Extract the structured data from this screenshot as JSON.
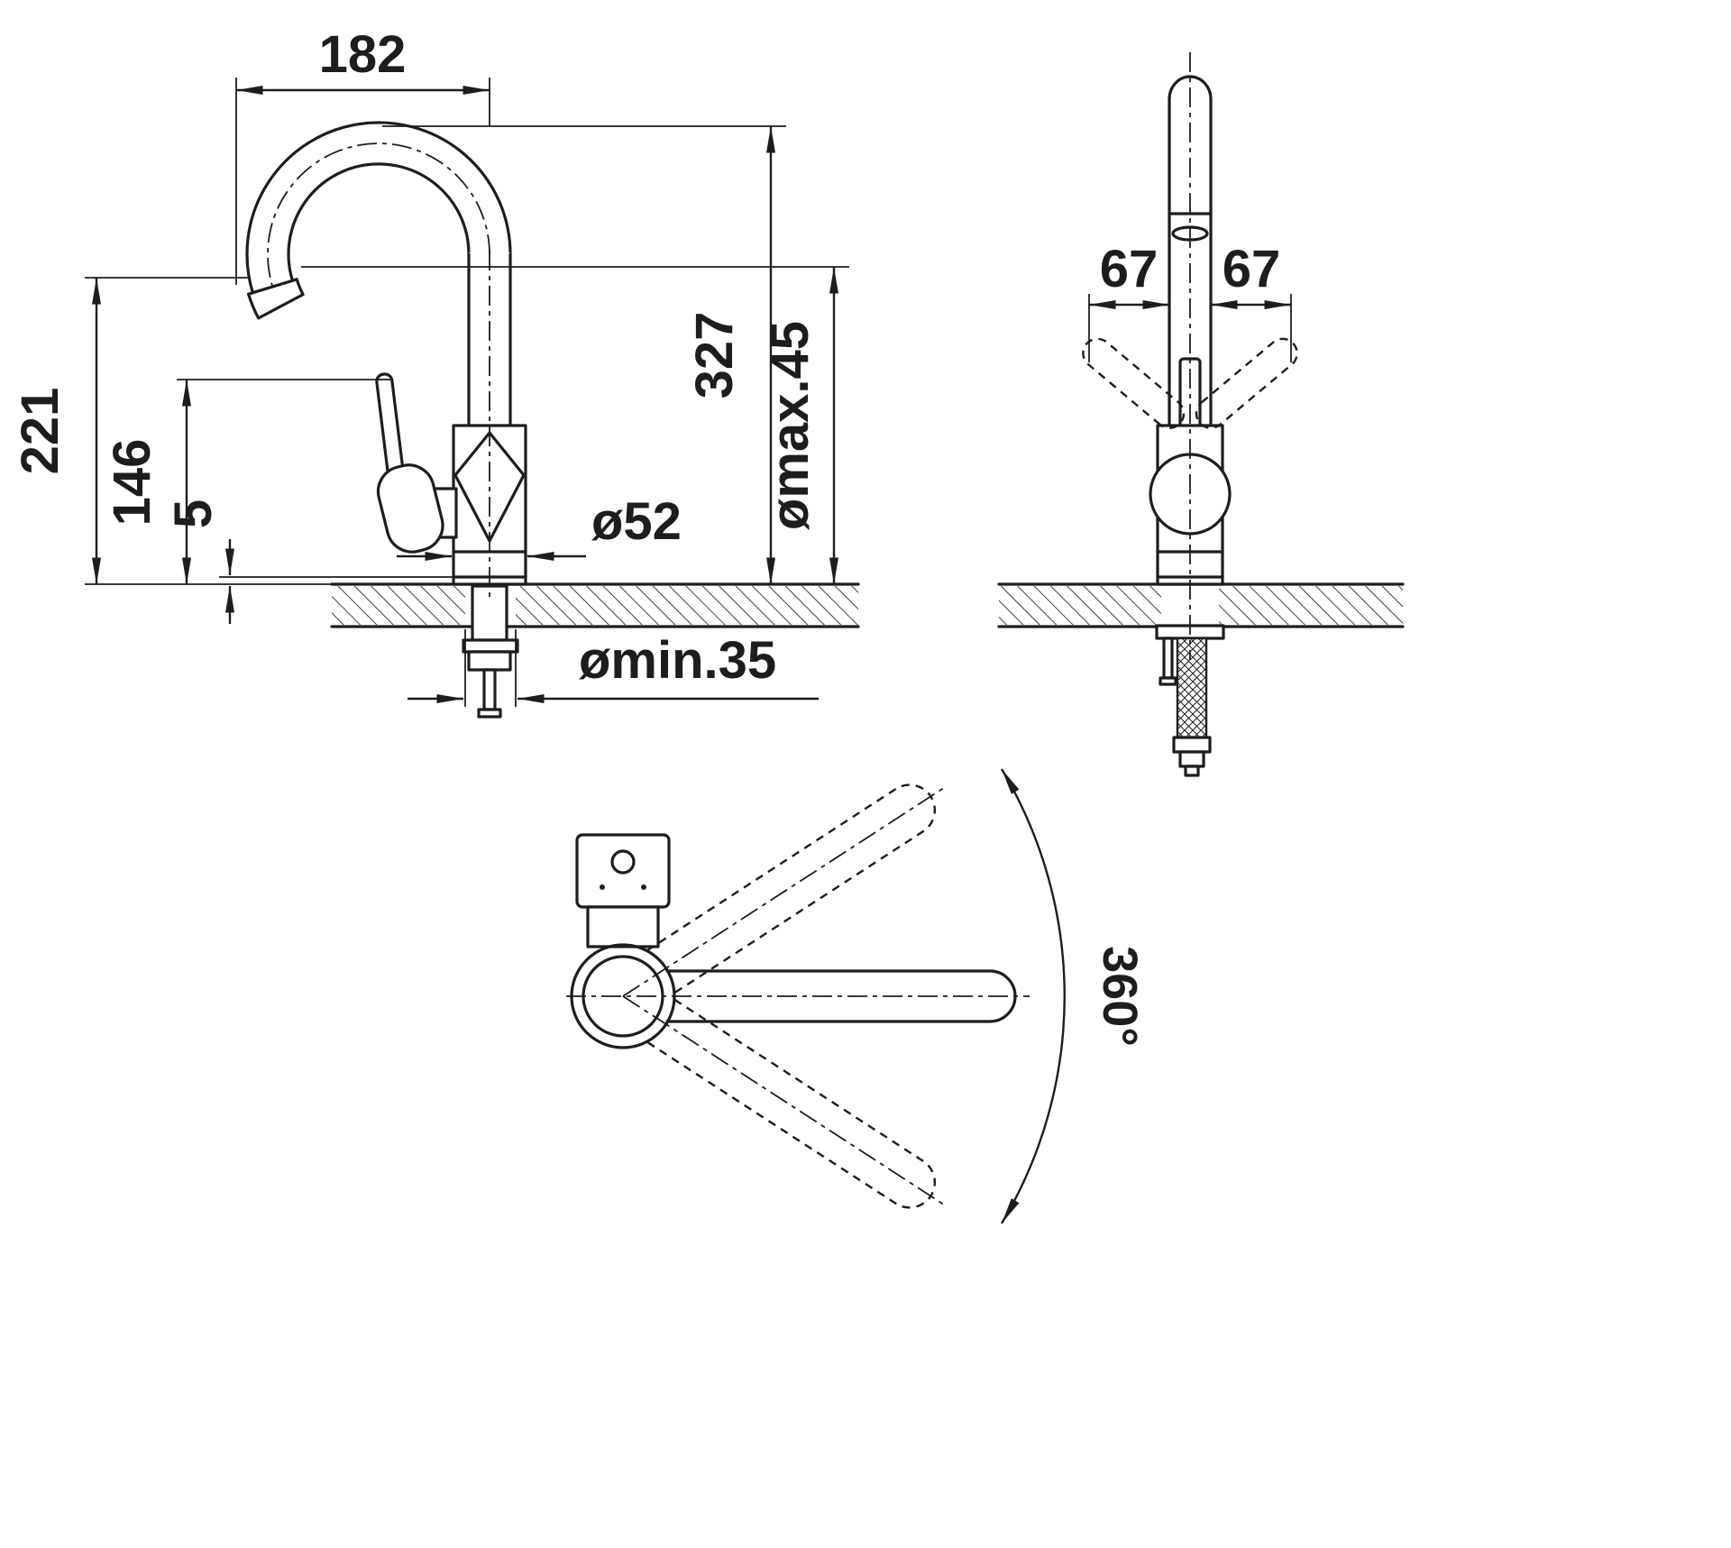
{
  "drawing": {
    "kind": "kitchen-tap-installation-dimension-drawing",
    "background": "#ffffff",
    "line_color": "#1d1d1b",
    "dims": {
      "spout_reach": "182",
      "spout_height": "221",
      "handle_height": "146",
      "base_plate": "5",
      "total_height": "327",
      "hole_max": "ømax.45",
      "base_diameter": "ø52",
      "hole_min": "ømin.35",
      "swing_left": "67",
      "swing_right": "67",
      "rotation": "360°"
    }
  }
}
